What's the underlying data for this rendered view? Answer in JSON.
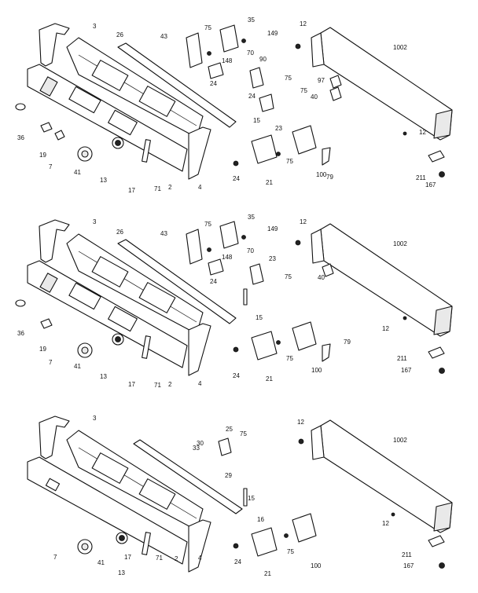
{
  "diagram": {
    "panels": [
      {
        "id": "top",
        "labels": [
          "3",
          "26",
          "43",
          "75",
          "35",
          "149",
          "12",
          "1002",
          "148",
          "70",
          "90",
          "24",
          "75",
          "97",
          "75",
          "40",
          "24",
          "15",
          "23",
          "12",
          "36",
          "19",
          "7",
          "41",
          "13",
          "17",
          "71",
          "2",
          "4",
          "24",
          "21",
          "75",
          "100",
          "79",
          "211",
          "167"
        ]
      },
      {
        "id": "middle",
        "labels": [
          "3",
          "26",
          "43",
          "75",
          "35",
          "149",
          "12",
          "1002",
          "148",
          "70",
          "23",
          "24",
          "75",
          "40",
          "15",
          "12",
          "36",
          "19",
          "7",
          "41",
          "13",
          "17",
          "71",
          "2",
          "4",
          "24",
          "21",
          "75",
          "100",
          "79",
          "211",
          "167"
        ]
      },
      {
        "id": "bottom",
        "labels": [
          "3",
          "33",
          "30",
          "25",
          "75",
          "29",
          "12",
          "1002",
          "15",
          "16",
          "12",
          "7",
          "41",
          "13",
          "17",
          "71",
          "2",
          "4",
          "24",
          "21",
          "75",
          "100",
          "211",
          "167"
        ]
      }
    ]
  }
}
